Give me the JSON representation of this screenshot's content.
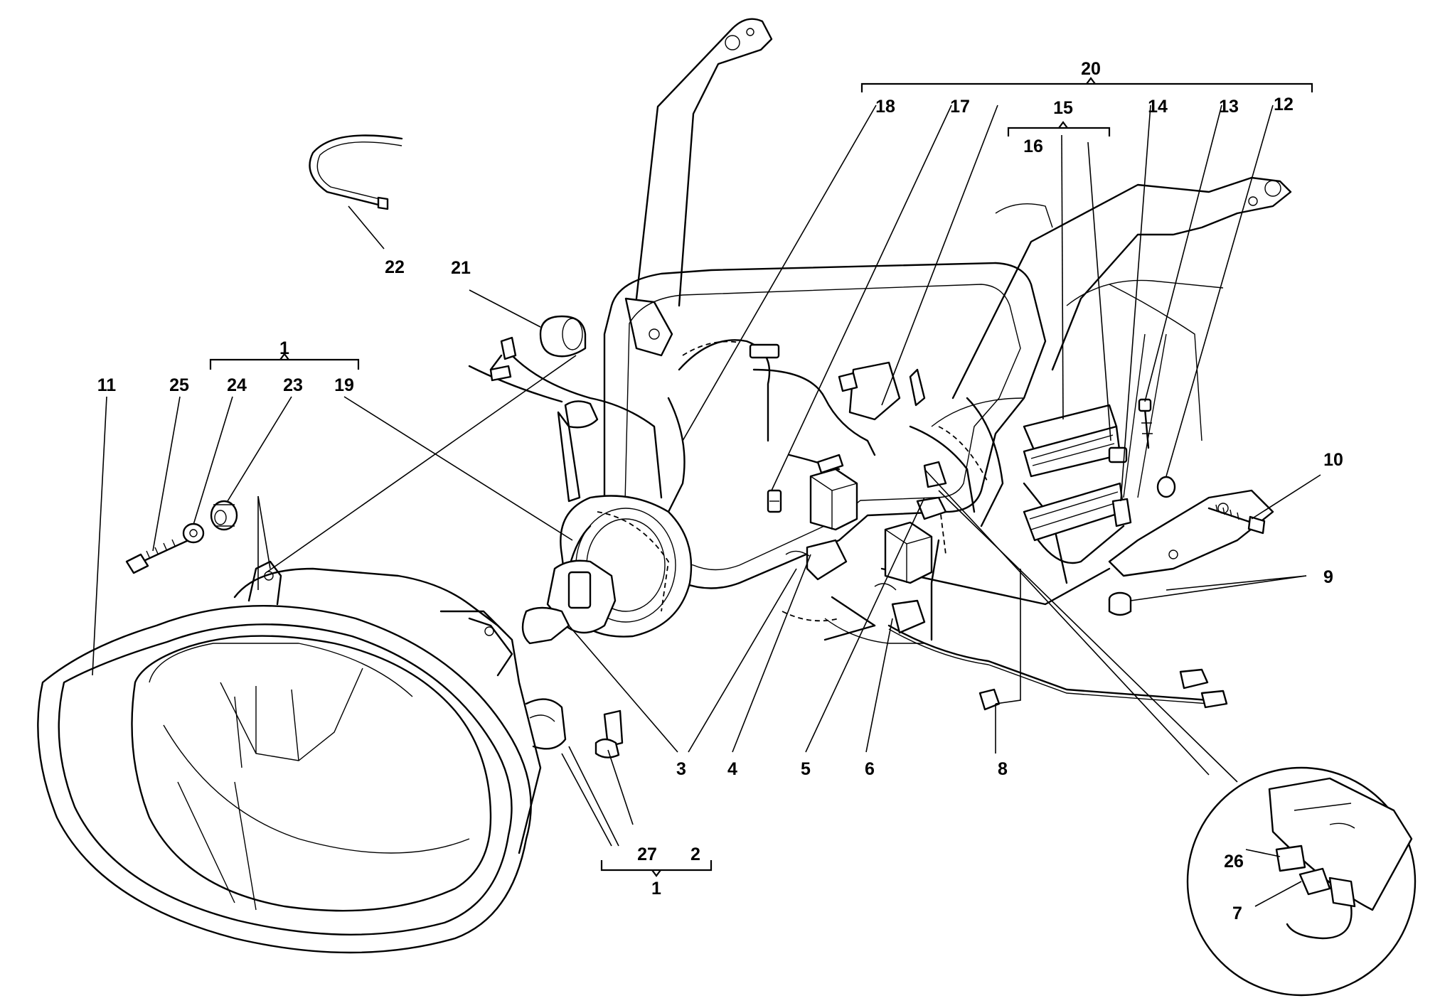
{
  "callouts": {
    "c1_top": "1",
    "c1_bottom": "1",
    "c2": "2",
    "c3": "3",
    "c4": "4",
    "c5": "5",
    "c6": "6",
    "c7": "7",
    "c8": "8",
    "c9": "9",
    "c10": "10",
    "c11": "11",
    "c12": "12",
    "c13": "13",
    "c14": "14",
    "c15": "15",
    "c16": "16",
    "c17": "17",
    "c18": "18",
    "c19": "19",
    "c20": "20",
    "c21": "21",
    "c22": "22",
    "c23": "23",
    "c24": "24",
    "c25": "25",
    "c26": "26",
    "c27": "27"
  },
  "colors": {
    "ink": "#000000",
    "paper": "#ffffff"
  }
}
